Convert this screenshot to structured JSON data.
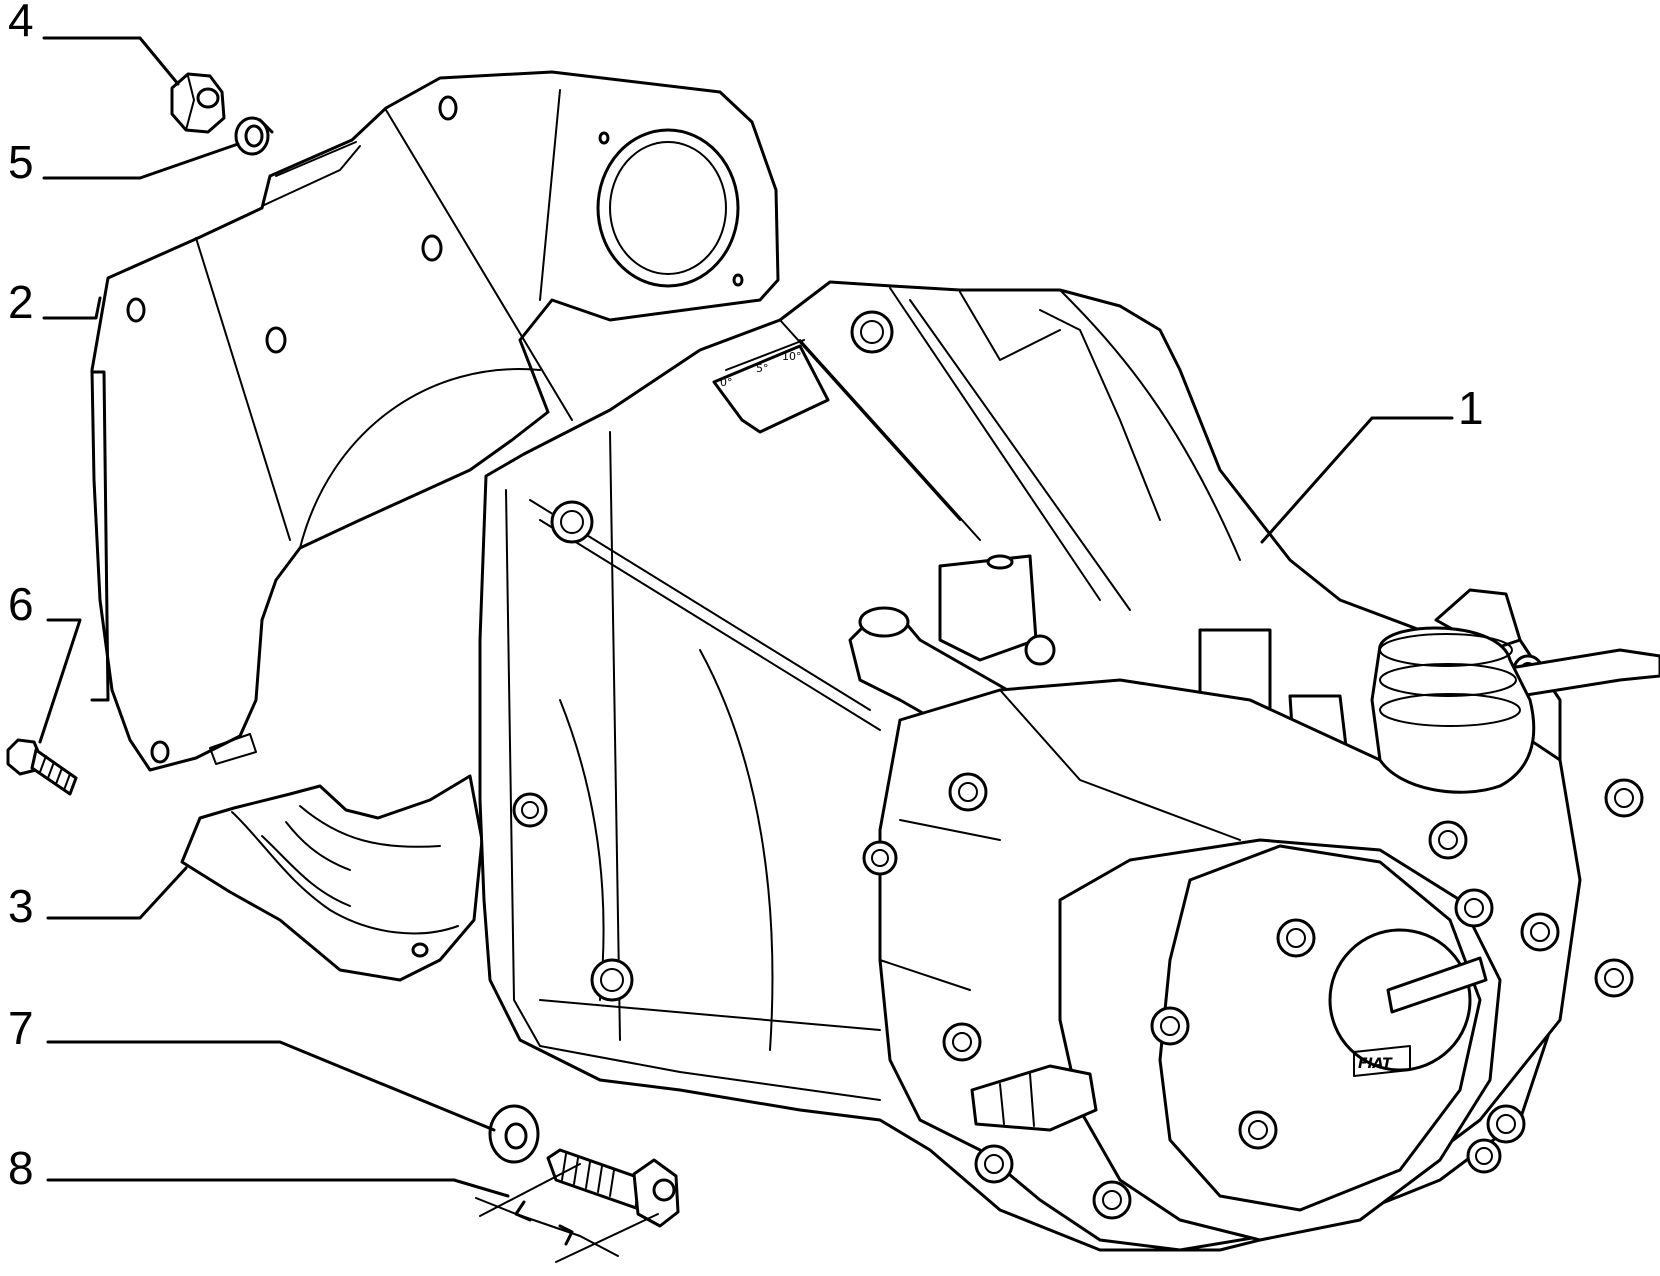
{
  "callouts": [
    {
      "id": "1",
      "label": "1"
    },
    {
      "id": "2",
      "label": "2"
    },
    {
      "id": "3",
      "label": "3"
    },
    {
      "id": "4",
      "label": "4"
    },
    {
      "id": "5",
      "label": "5"
    },
    {
      "id": "6",
      "label": "6"
    },
    {
      "id": "7",
      "label": "7"
    },
    {
      "id": "8",
      "label": "8"
    }
  ],
  "scale_marks": {
    "a": "0°",
    "b": "5°",
    "c": "10°"
  },
  "brand": "FIAT"
}
